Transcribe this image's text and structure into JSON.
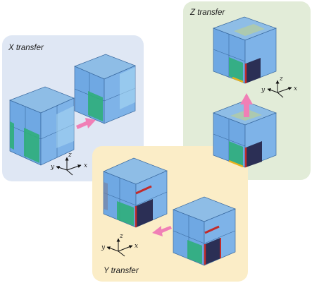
{
  "panels": {
    "x": {
      "title": "X transfer",
      "axes": {
        "x": "x",
        "y": "y",
        "z": "z"
      }
    },
    "z": {
      "title": "Z transfer",
      "axes": {
        "x": "x",
        "y": "y",
        "z": "z"
      }
    },
    "y": {
      "title": "Y transfer",
      "axes": {
        "x": "x",
        "y": "y",
        "z": "z"
      }
    }
  },
  "colors": {
    "panel_x": "#dfe7f4",
    "panel_z": "#e2ecd8",
    "panel_y": "#fbedc7",
    "cube_front": "#5f9fe0",
    "cube_top": "#8ebde6",
    "cube_right": "#7eb3e8",
    "module_green": "#2fae7a",
    "module_red": "#c22b2b",
    "module_dark": "#2b2f55",
    "module_yellow": "#e8b21c",
    "arrow": "#f07fb6"
  }
}
